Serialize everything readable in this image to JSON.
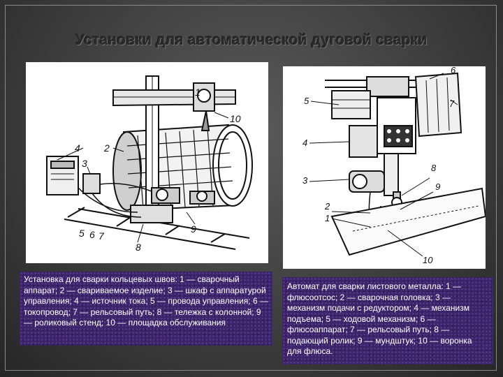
{
  "slide": {
    "title": "Установки для автоматической дуговой сварки"
  },
  "left_figure": {
    "callouts": [
      "1",
      "2",
      "3",
      "4",
      "5",
      "6",
      "7",
      "8",
      "9",
      "10"
    ]
  },
  "right_figure": {
    "callouts": [
      "1",
      "2",
      "3",
      "4",
      "5",
      "6",
      "7",
      "8",
      "9",
      "10"
    ]
  },
  "captions": {
    "left": "Установка для сварки кольцевых швов: 1 — сварочный аппарат; 2 — свариваемое изделие; 3 — шкаф с аппаратурой управления; 4 — источник тока; 5 — провода управления; 6 — токопровод; 7 — рельсовый путь; 8 — тележка с колонной; 9 — роликовый стенд; 10 — площадка обслуживания",
    "right": "Автомат для сварки листового металла: 1 — флюсоотсос; 2 — сварочная головка; 3 — механизм подачи с редуктором; 4 — механизм подъема; 5 — ходовой механизм; 6 — флюсоаппарат; 7 — рельсовый путь; 8 — подающий ролик; 9 — мундштук; 10 — воронка для флюса."
  }
}
